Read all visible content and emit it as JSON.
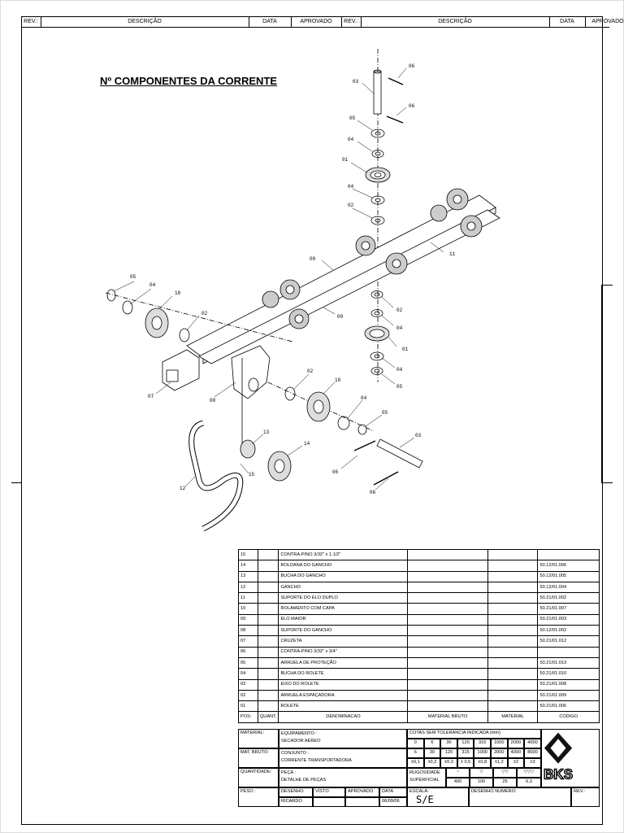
{
  "revision_header": {
    "left": {
      "rev": "REV.:",
      "descricao": "DESCRIÇÃO",
      "data": "DATA",
      "aprovado": "APROVADO"
    },
    "right": {
      "rev": "REV.:",
      "descricao": "DESCRIÇÃO",
      "data": "DATA",
      "aprovado": "APROVADO"
    }
  },
  "title": "Nº COMPONENTES DA CORRENTE",
  "callouts": [
    "06",
    "03",
    "06",
    "05",
    "04",
    "01",
    "04",
    "02",
    "09",
    "11",
    "05",
    "04",
    "10",
    "02",
    "09",
    "02",
    "04",
    "01",
    "04",
    "05",
    "07",
    "08",
    "02",
    "10",
    "04",
    "05",
    "13",
    "03",
    "14",
    "06",
    "15",
    "12",
    "06"
  ],
  "bom": {
    "rows": [
      {
        "pos": "15",
        "denominacao": "CONTRA-PINO 3/32\" x 1.1/2\"",
        "codigo": ""
      },
      {
        "pos": "14",
        "denominacao": "ROLDANA DO GANCHO",
        "codigo": "50.12/01.006"
      },
      {
        "pos": "13",
        "denominacao": "BUCHA DO GANCHO",
        "codigo": "50.12/01.005"
      },
      {
        "pos": "12",
        "denominacao": "GANCHO",
        "codigo": "50.12/01.004"
      },
      {
        "pos": "11",
        "denominacao": "SUPORTE DO ELO DUPLO",
        "codigo": "50.21/01.002"
      },
      {
        "pos": "10",
        "denominacao": "ROLAMENTO COM CAPA",
        "codigo": "50.21/01.007"
      },
      {
        "pos": "09",
        "denominacao": "ELO MAIOR",
        "codigo": "50.21/01.003"
      },
      {
        "pos": "08",
        "denominacao": "SUPORTE DO GANCHO",
        "codigo": "50.12/01.002"
      },
      {
        "pos": "07",
        "denominacao": "CRUZETA",
        "codigo": "50.21/01.012"
      },
      {
        "pos": "06",
        "denominacao": "CONTRA-PINO 3/32\" x 3/4\"",
        "codigo": ""
      },
      {
        "pos": "05",
        "denominacao": "ARRUELA DE PROTEÇÃO",
        "codigo": "50.21/01.013"
      },
      {
        "pos": "04",
        "denominacao": "BUCHA DO ROLETE",
        "codigo": "50.21/01.010"
      },
      {
        "pos": "03",
        "denominacao": "EIXO DO ROLETE",
        "codigo": "50.21/01.008"
      },
      {
        "pos": "02",
        "denominacao": "ARRUELA ESPAÇADORA",
        "codigo": "50.21/01.009"
      },
      {
        "pos": "01",
        "denominacao": "ROLETE",
        "codigo": "50.21/01.006"
      }
    ],
    "header": {
      "pos": "POS:",
      "quant": "QUANT.",
      "denominacao": "DENOMINACAO",
      "material_bruto": "MATERIAL BRUTO",
      "material": "MATERIAL",
      "codigo": "CODIGO"
    }
  },
  "title_block": {
    "material_label": "MATERIAL:",
    "equipamento_label": "EQUIPAMENTO :",
    "equipamento": "SECADOR AÉREO",
    "mat_bruto_label": "MAT. BRUTO:",
    "conjunto_label": "CONJUNTO :",
    "conjunto": "CORRENTE TRANSPORTADORA",
    "quantidade_label": "QUANTIDADE:",
    "peca_label": "PEÇA :",
    "peca": "DETALHE DE PEÇAS",
    "peso_label": "PESO :",
    "desenho_label": "DESENHO",
    "visto_label": "VISTO",
    "aprovado_label": "APROVADO",
    "data_label": "DATA",
    "desenho": "RICARDO",
    "data": "06/09/06",
    "escala_label": "ESCALA:",
    "escala": "S/E",
    "desenho_numero_label": "DESENHO NUMERO:",
    "rev_label": "REV.:",
    "tolerancia_title": "COTAS SEM TOLERANCIA INDICADA (mm)",
    "tol_row1": [
      "0",
      "6",
      "30",
      "120",
      "315",
      "1000",
      "2000",
      "4000"
    ],
    "tol_row2": [
      "6",
      "30",
      "120",
      "315",
      "1000",
      "2000",
      "4000",
      "8000"
    ],
    "tol_row3": [
      "±0,1",
      "±0,2",
      "±0,3",
      "± 0,5",
      "±0,8",
      "±1,2",
      "±2",
      "±3"
    ],
    "rugosidade_label": "RUGOSIDADE SUPERFICIAL",
    "rug_values": [
      "400",
      "100",
      "25",
      "6,3"
    ],
    "logo": "BKS"
  }
}
